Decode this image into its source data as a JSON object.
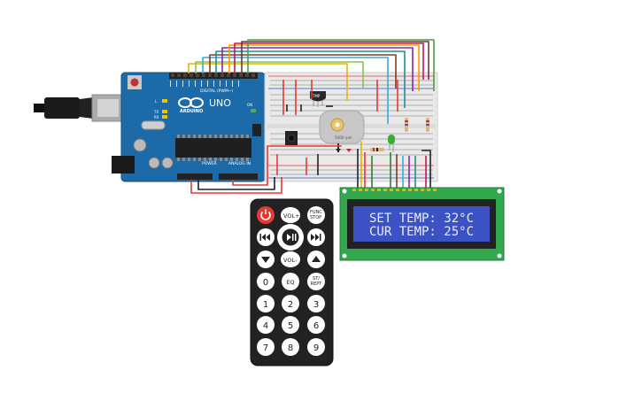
{
  "arduino": {
    "brand": "ARDUINO",
    "model": "UNO",
    "digital_label": "DIGITAL (PWM~)",
    "power_label": "POWER",
    "analog_label": "ANALOG IN",
    "tx_label": "TX",
    "rx_label": "RX",
    "l_label": "L",
    "on_label": "ON"
  },
  "breadboard": {
    "sensor_label": "TMP",
    "motor_label": "5000 rpm"
  },
  "lcd": {
    "line1": "SET TEMP: 32°C",
    "line2": "CUR TEMP: 25°C",
    "backlight_color": "#3c51c4",
    "text_color": "#e8ecff"
  },
  "remote": {
    "power_icon": "power-icon",
    "buttons": [
      {
        "label": "VOL+"
      },
      {
        "label": "FUNC/STOP"
      },
      {
        "label": "VOL-"
      },
      {
        "label": "EQ"
      },
      {
        "label": "ST/REPT"
      },
      {
        "label": "0"
      },
      {
        "label": "1"
      },
      {
        "label": "2"
      },
      {
        "label": "3"
      },
      {
        "label": "4"
      },
      {
        "label": "5"
      },
      {
        "label": "6"
      },
      {
        "label": "7"
      },
      {
        "label": "8"
      },
      {
        "label": "9"
      }
    ],
    "func_line1": "FUNC",
    "func_line2": "STOP",
    "st_line1": "ST/",
    "st_line2": "REPT",
    "power_color": "#e53935"
  }
}
